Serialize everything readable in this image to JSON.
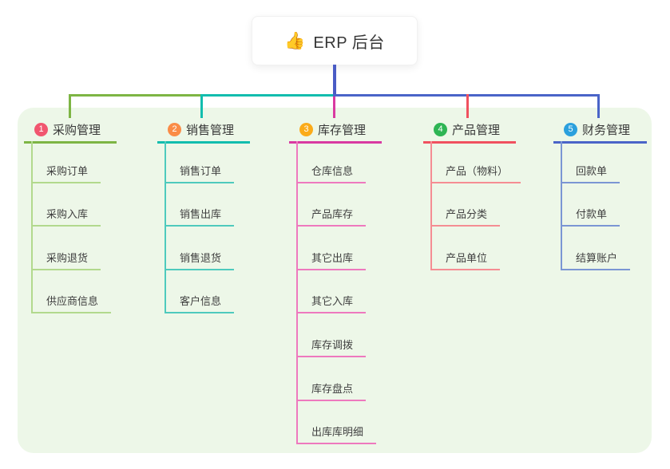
{
  "root": {
    "icon": "👍",
    "label": "ERP 后台"
  },
  "colors": {
    "canvas_bg": "#ffffff",
    "panel_bg": "#edf7e8",
    "root_line": "#4a5cc5",
    "title_text": "#383838",
    "child_text": "#3f3f3f"
  },
  "branches": [
    {
      "num": "1",
      "title": "采购管理",
      "badge_color": "#f1566f",
      "line_color": "#7db544",
      "child_line_color": "#b2d98d",
      "children": [
        "采购订单",
        "采购入库",
        "采购退货",
        "供应商信息"
      ]
    },
    {
      "num": "2",
      "title": "销售管理",
      "badge_color": "#fa8c47",
      "line_color": "#12bdae",
      "child_line_color": "#4ecabd",
      "children": [
        "销售订单",
        "销售出库",
        "销售退货",
        "客户信息"
      ]
    },
    {
      "num": "3",
      "title": "库存管理",
      "badge_color": "#fbab1a",
      "line_color": "#d93aa1",
      "child_line_color": "#ee79be",
      "children": [
        "仓库信息",
        "产品库存",
        "其它出库",
        "其它入库",
        "库存调拨",
        "库存盘点",
        "出库库明细"
      ]
    },
    {
      "num": "4",
      "title": "产品管理",
      "badge_color": "#2eb554",
      "line_color": "#f0515f",
      "child_line_color": "#f58d93",
      "children": [
        "产品（物料）",
        "产品分类",
        "产品单位"
      ]
    },
    {
      "num": "5",
      "title": "财务管理",
      "badge_color": "#2ba0dd",
      "line_color": "#4a64c8",
      "child_line_color": "#7b96d4",
      "children": [
        "回款单",
        "付款单",
        "结算账户"
      ]
    }
  ]
}
